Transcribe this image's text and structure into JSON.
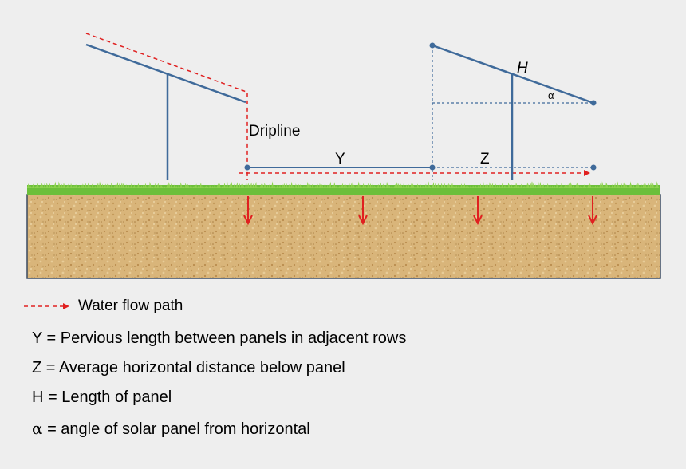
{
  "diagram": {
    "labels": {
      "dripline": "Dripline",
      "y": "Y",
      "z": "Z",
      "h": "H",
      "alpha": "α"
    },
    "colors": {
      "panel": "#3f6a9a",
      "water_flow": "#e02020",
      "point": "#3f6a9a",
      "grass": "#6cbf3a",
      "soil": "#d9b57a",
      "background": "#eeeeee"
    }
  },
  "legend": {
    "water_flow": "Water flow path",
    "y_def": "Y = Pervious length between panels in adjacent rows",
    "z_def": "Z = Average horizontal distance below panel",
    "h_def": "H = Length of panel",
    "alpha_symbol": "α",
    "alpha_def": " = angle of solar panel from horizontal"
  }
}
